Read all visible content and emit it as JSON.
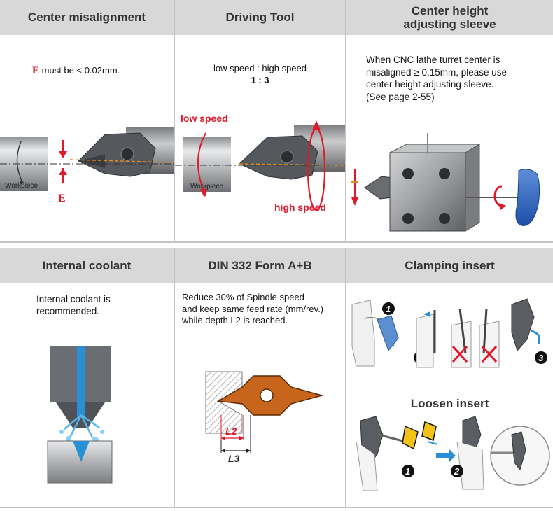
{
  "panels": {
    "center_misalignment": {
      "title": "Center misalignment",
      "note_symbol": "E",
      "note_text": "must be < 0.02mm.",
      "workpiece_label": "Workpiece",
      "e_label": "E"
    },
    "driving_tool": {
      "title": "Driving Tool",
      "ratio_label": "low speed : high speed",
      "ratio_value": "1 : 3",
      "low_speed_label": "low speed",
      "high_speed_label": "high speed",
      "workpiece_label": "Workpiece"
    },
    "center_height_sleeve": {
      "title_line1": "Center height",
      "title_line2": "adjusting sleeve",
      "text_line1": "When CNC lathe turret center is",
      "text_line2": "misaligned ≥ 0.15mm, please use",
      "text_line3": "center height adjusting sleeve.",
      "text_line4": "(See page 2-55)"
    },
    "internal_coolant": {
      "title": "Internal coolant",
      "text_line1": "Internal coolant is",
      "text_line2": "recommended."
    },
    "din332": {
      "title": "DIN 332 Form A+B",
      "text_line1": "Reduce 30% of Spindle speed",
      "text_line2": "and keep same feed rate (mm/rev.)",
      "text_line3": "while depth L2 is reached.",
      "l2_label": "L2",
      "l3_label": "L3"
    },
    "clamping_insert": {
      "title": "Clamping insert",
      "step1": "1",
      "step2": "2",
      "step3": "3",
      "loosen_title": "Loosen insert",
      "loosen_step1": "1",
      "loosen_step2": "2"
    }
  },
  "colors": {
    "accent_red": "#e0182a",
    "header_bg": "#d8d8d8",
    "insert_orange": "#c6651b",
    "coolant_blue": "#2a8fd6"
  }
}
